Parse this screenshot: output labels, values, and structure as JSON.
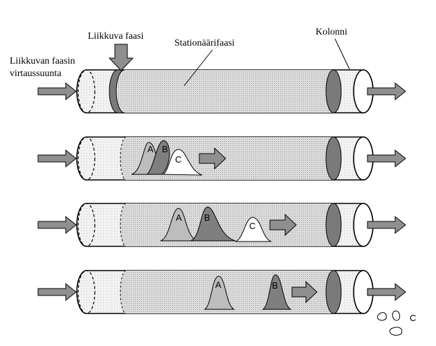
{
  "labels": {
    "mobile_phase": "Liikkuva faasi",
    "stationary_phase": "Stationäärifaasi",
    "column": "Kolonni",
    "flow_direction_line1": "Liikkuvan faasin",
    "flow_direction_line2": "virtaussuunta"
  },
  "peaks": {
    "a": "A",
    "b": "B",
    "c": "C"
  },
  "colors": {
    "column_fill": "#f4f4f4",
    "stationary_fill": "#d6d6d6",
    "dark_band": "#7a7a7a",
    "arrow_fill": "#8f8f8f",
    "peak_a": "#bdbdbd",
    "peak_b": "#7f7f7f",
    "peak_c": "#ffffff"
  }
}
